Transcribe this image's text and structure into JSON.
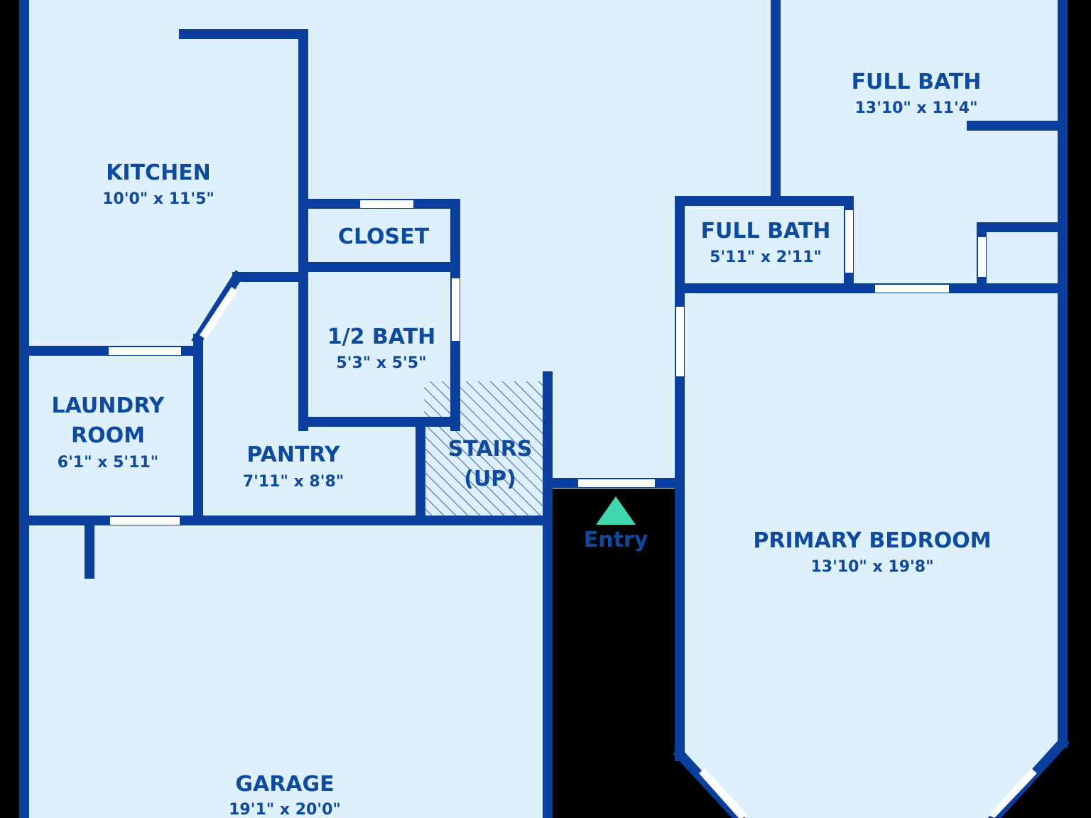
{
  "colors": {
    "background": "#000000",
    "floor": "#dff0fd",
    "wall": "#0b3f9e",
    "opening": "#ffffff",
    "entry_marker": "#3fd6b0",
    "label": "#0d4aa0"
  },
  "rooms": {
    "kitchen": {
      "name": "KITCHEN",
      "dims": "10'0\" x 11'5\""
    },
    "closet": {
      "name": "CLOSET"
    },
    "half_bath": {
      "name": "1/2 BATH",
      "dims": "5'3\" x 5'5\""
    },
    "laundry": {
      "name_line1": "LAUNDRY",
      "name_line2": "ROOM",
      "dims": "6'1\" x 5'11\""
    },
    "pantry": {
      "name": "PANTRY",
      "dims": "7'11\" x 8'8\""
    },
    "stairs": {
      "name_line1": "STAIRS",
      "name_line2": "(UP)"
    },
    "garage": {
      "name": "GARAGE",
      "dims": "19'1\" x 20'0\""
    },
    "full_bath_small": {
      "name": "FULL BATH",
      "dims": "5'11\" x 2'11\""
    },
    "full_bath_large": {
      "name": "FULL BATH",
      "dims": "13'10\" x 11'4\""
    },
    "primary_bedroom": {
      "name": "PRIMARY BEDROOM",
      "dims": "13'10\" x 19'8\""
    }
  },
  "entry": {
    "label": "Entry",
    "icon": "triangle-up-icon"
  }
}
